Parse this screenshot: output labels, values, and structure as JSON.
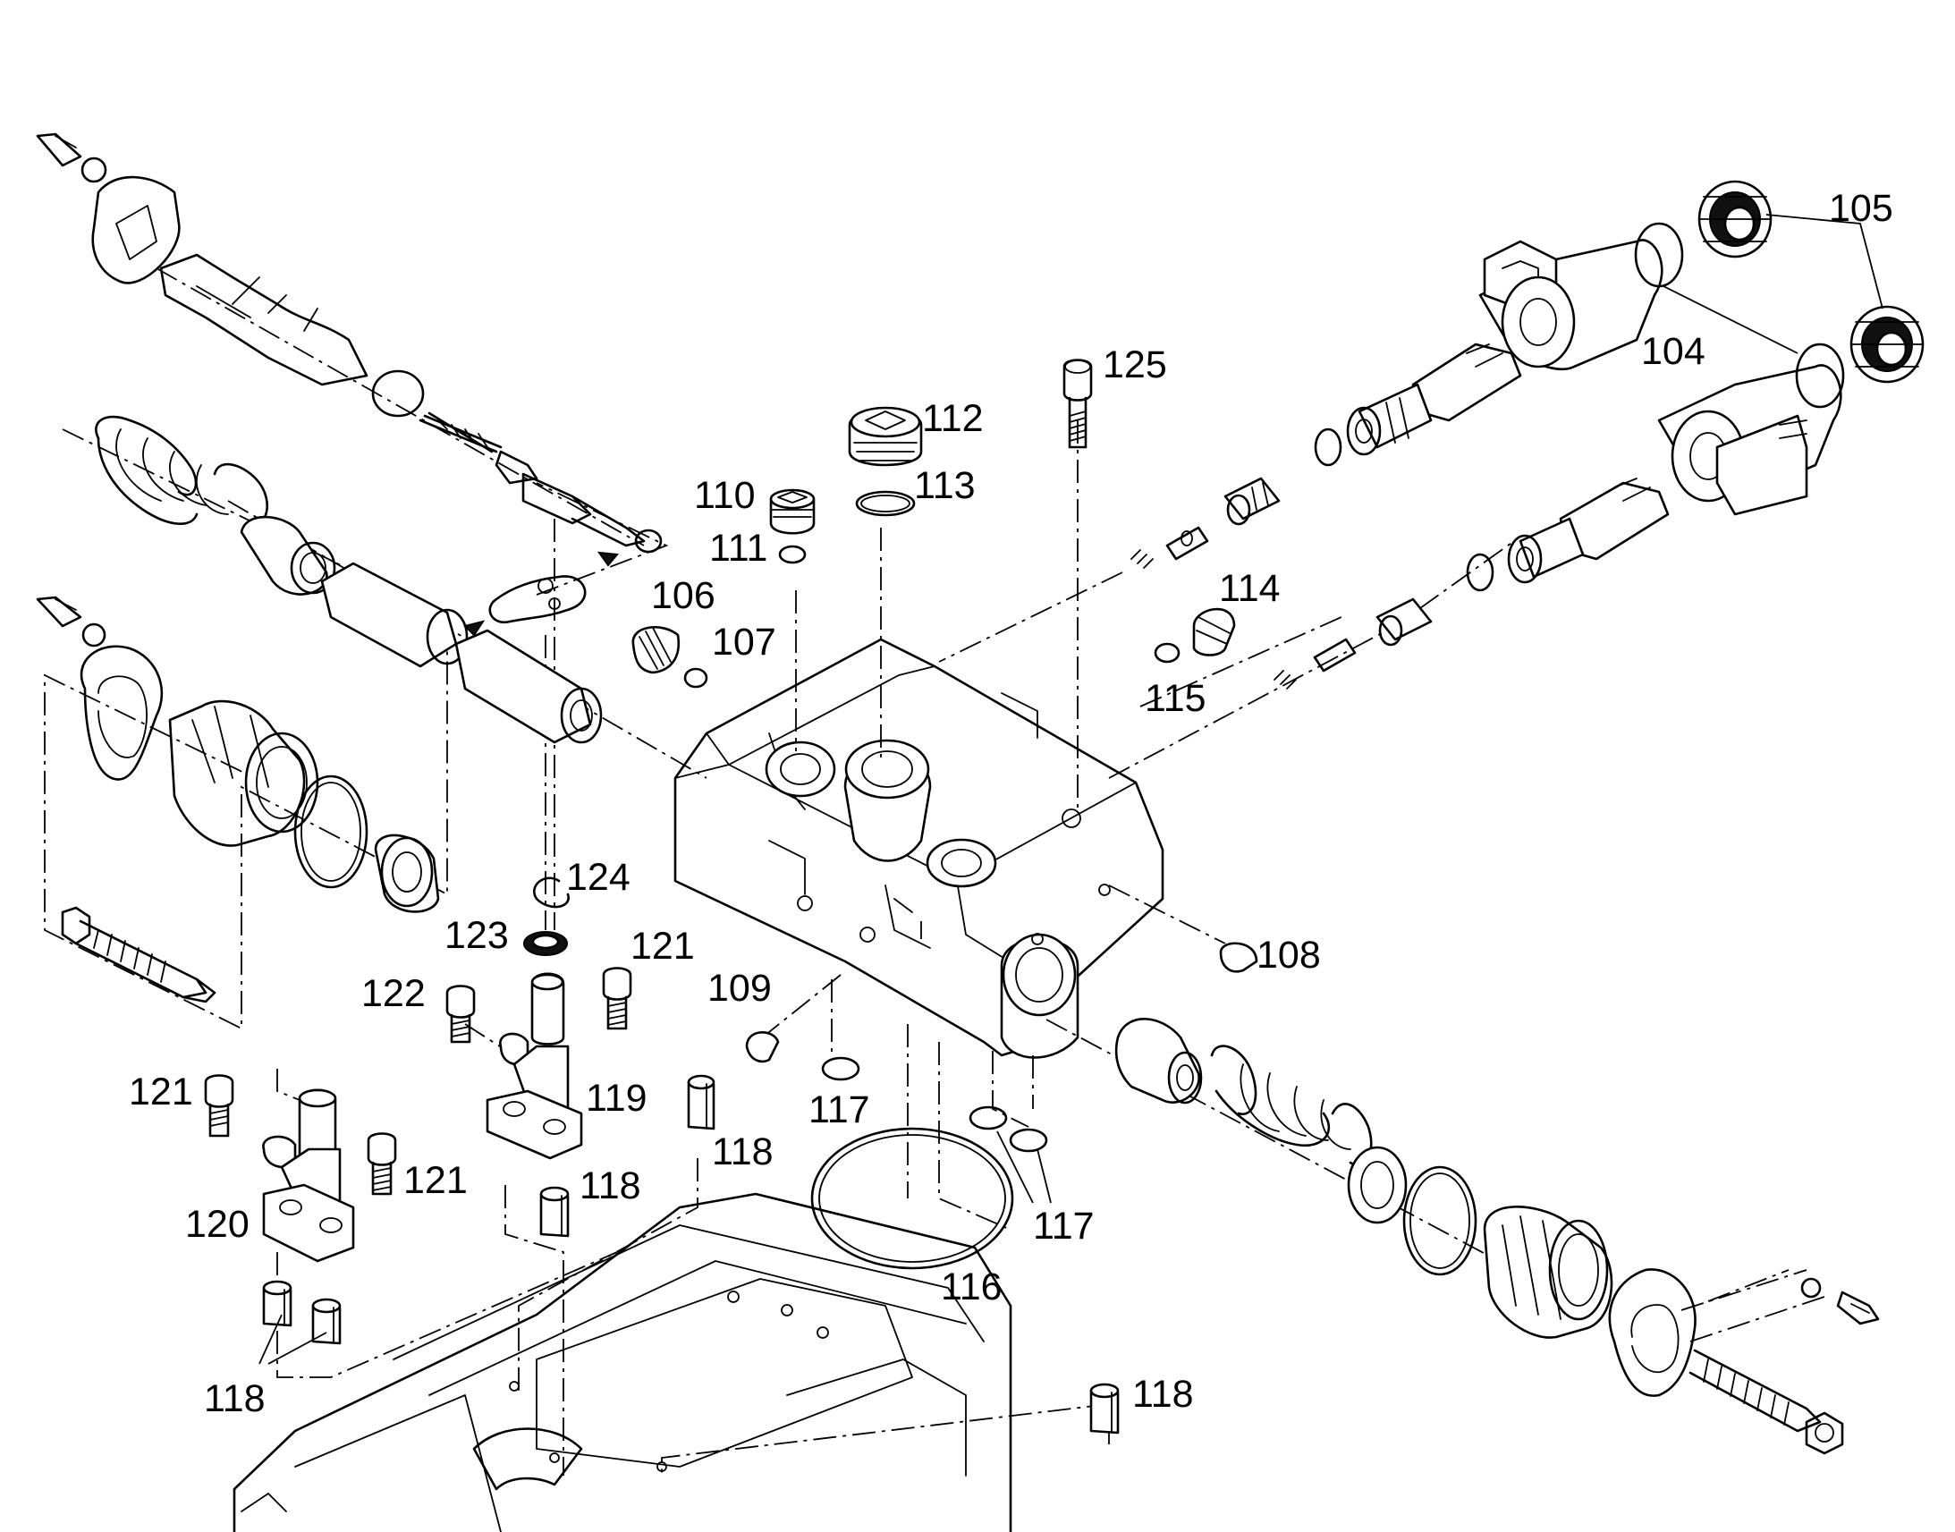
{
  "callouts": {
    "c104": "104",
    "c105": "105",
    "c106": "106",
    "c107": "107",
    "c108": "108",
    "c109": "109",
    "c110": "110",
    "c111": "111",
    "c112": "112",
    "c113": "113",
    "c114": "114",
    "c115": "115",
    "c116": "116",
    "c117a": "117",
    "c117b": "117",
    "c118a": "118",
    "c118b": "118",
    "c118c": "118",
    "c118d": "118",
    "c119": "119",
    "c120": "120",
    "c121a": "121",
    "c121b": "121",
    "c121c": "121",
    "c122": "122",
    "c123": "123",
    "c124": "124",
    "c125": "125"
  }
}
